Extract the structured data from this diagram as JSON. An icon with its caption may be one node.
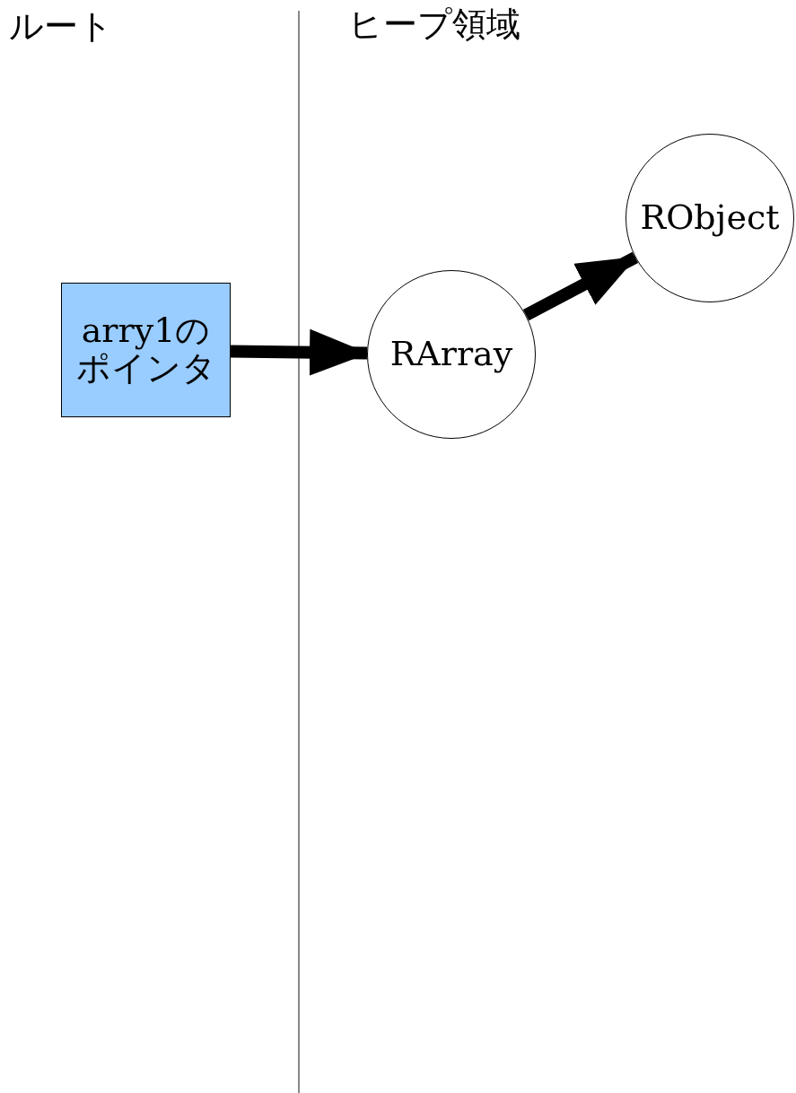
{
  "diagram": {
    "nodes": [
      {
        "text": [
          "arry1のポインタ"
        ]
      },
      {
        "text": [
          "RArray"
        ]
      },
      {
        "text": [
          "RObject"
        ]
      }
    ],
    "edges": [
      {
        "from": 0,
        "to": 1,
        "arrow": "to"
      },
      {
        "from": 1,
        "to": 2,
        "arrow": "to"
      }
    ],
    "labels": [
      "ルート",
      "ヒープ領域"
    ]
  }
}
